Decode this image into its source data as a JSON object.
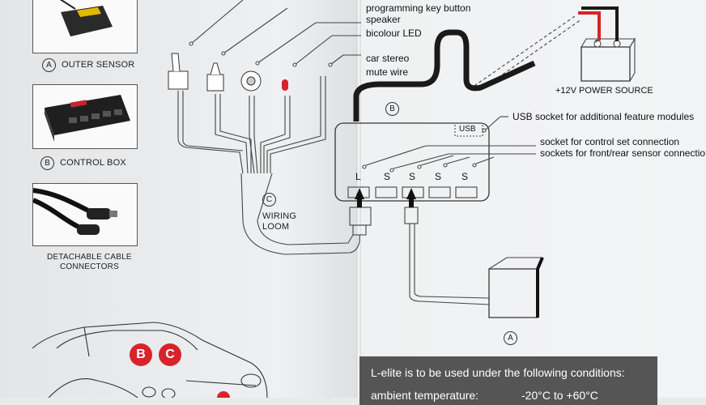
{
  "left_column": {
    "items": [
      {
        "letter": "A",
        "label": "OUTER SENSOR"
      },
      {
        "letter": "B",
        "label": "CONTROL BOX"
      },
      {
        "letter": "",
        "label_line1": "DETACHABLE CABLE",
        "label_line2": "CONNECTORS"
      }
    ]
  },
  "callouts": {
    "programming_key": "programming key button",
    "speaker": "speaker",
    "led": "bicolour LED",
    "car_stereo": "car stereo",
    "mute_wire": "mute wire",
    "power_source": "+12V POWER SOURCE",
    "usb_socket": "USB socket for additional feature modules",
    "control_set_socket": "socket for control set connection",
    "sensor_sockets": "sockets for front/rear sensor connection"
  },
  "control_box": {
    "badge": "B",
    "usb_label": "USB",
    "ports": [
      "L",
      "S",
      "S",
      "S",
      "S"
    ]
  },
  "wiring": {
    "badge": "C",
    "line1": "WIRING",
    "line2": "LOOM"
  },
  "sensor_badge": "A",
  "battery": {
    "plus": "+",
    "minus": "−"
  },
  "car_badges": [
    "B",
    "C"
  ],
  "conditions": {
    "heading": "L-elite is to be used under the following conditions:",
    "row_label": "ambient temperature:",
    "row_value": "-20°C to +60°C"
  },
  "colors": {
    "accent_red": "#d8232a",
    "panel_gray": "#555555"
  }
}
